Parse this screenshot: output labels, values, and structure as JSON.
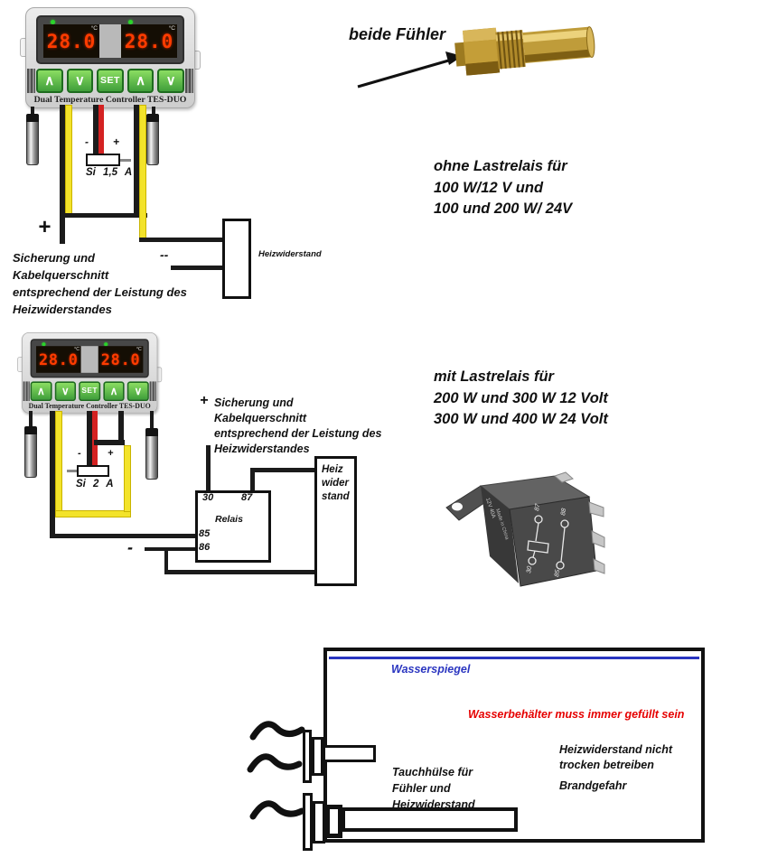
{
  "controller": {
    "display_left": "28.0",
    "display_right": "28.0",
    "unit": "°C",
    "btn_up_glyph": "∧",
    "btn_down_glyph": "∨",
    "btn_set": "SET",
    "brand": "Dual Temperature Controller TES-DUO"
  },
  "header": {
    "sensor_caption": "beide Fühler",
    "no_relay_note": [
      "ohne Lastrelais für",
      "100 W/12 V und",
      "100 und 200 W/ 24V"
    ]
  },
  "diagram1": {
    "minus_small": "-",
    "plus_small": "+",
    "fuse_label": "Si 1,5 A",
    "plus_terminal": "+",
    "minus_double": "--",
    "heater_label": "Heizwiderstand",
    "note": [
      "Sicherung und",
      "Kabelquerschnitt",
      "entsprechend der Leistung des",
      "Heizwiderstandes"
    ]
  },
  "diagram2": {
    "minus_small": "-",
    "plus_small": "+",
    "fuse_label": "Si 2 A",
    "plus_marker": "+",
    "minus_terminal": "-",
    "note": [
      "Sicherung und",
      "Kabelquerschnitt",
      "entsprechend der Leistung des",
      "Heizwiderstandes"
    ],
    "with_relay_note": [
      "mit Lastrelais für",
      "200 W und 300 W 12 Volt",
      "300 W und 400 W 24 Volt"
    ],
    "relay": {
      "title": "Relais",
      "pin_30": "30",
      "pin_87": "87",
      "pin_85": "85",
      "pin_86": "86"
    },
    "heater_lines": [
      "Heiz",
      "wider",
      "stand"
    ]
  },
  "relay_photo": {
    "rating": "12V 40A",
    "origin": "Made in China",
    "pins": {
      "p87": "87",
      "p88": "88",
      "p30": "30",
      "p85": "85"
    }
  },
  "tank": {
    "water_level": "Wasserspiegel",
    "fill_warning": "Wasserbehälter muss immer gefüllt sein",
    "sleeve_note": [
      "Tauchhülse für",
      "Fühler und",
      "Heizwiderstand"
    ],
    "dry_note": [
      "Heizwiderstand nicht",
      "trocken betreiben"
    ],
    "fire_note": "Brandgefahr"
  },
  "colors": {
    "wire_black": "#1b1b1b",
    "wire_red": "#d42222",
    "wire_yellow": "#f3e32a",
    "water_blue": "#2a35c0",
    "warning_red": "#e60000",
    "display_red": "#ff3c00",
    "button_green": "#3f9e3a"
  }
}
